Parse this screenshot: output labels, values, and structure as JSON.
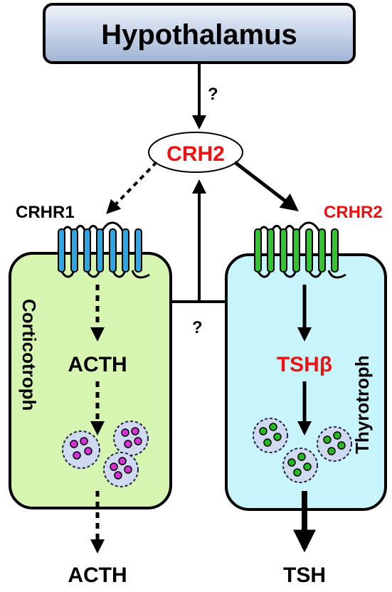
{
  "title": "Hypothalamus",
  "question_top": "?",
  "question_mid": "?",
  "hormone_center": "CRH2",
  "left_receptor": "CRHR1",
  "right_receptor": "CRHR2",
  "left_cell": "Corticotroph",
  "right_cell": "Thyrotroph",
  "left_inner_product": "ACTH",
  "right_inner_product": "TSHβ",
  "left_output": "ACTH",
  "right_output": "TSH",
  "colors": {
    "header_fill_top": "#eef3fb",
    "header_fill_bottom": "#9fb3d4",
    "left_cell_fill": "#d6f5b0",
    "right_cell_fill": "#c8f4fb",
    "receptor_left": "#2aa7e6",
    "receptor_right": "#2ec82e",
    "vesicle_left": "#d633d6",
    "vesicle_right": "#22bb22",
    "highlight_text": "#ee1111"
  }
}
